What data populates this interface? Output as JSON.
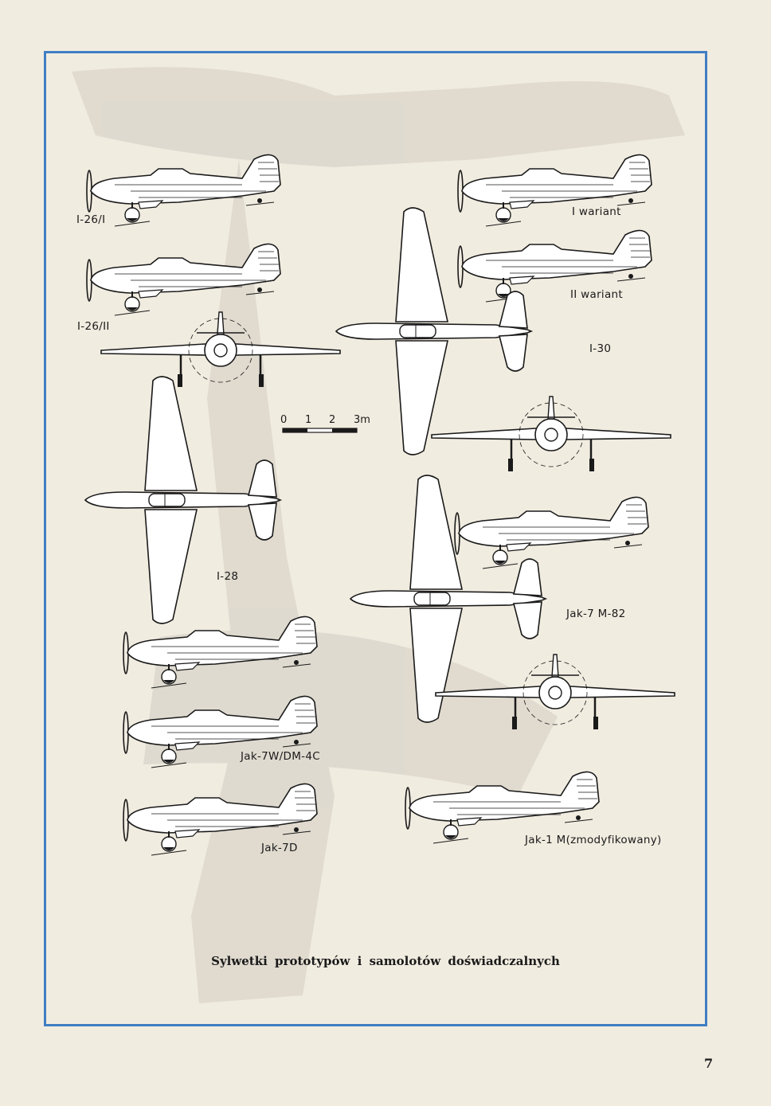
{
  "colors": {
    "paper": "#f1ece0",
    "frame": "#3f7fc4",
    "ink": "#1a1a1a",
    "ghost": "#d7d2c8"
  },
  "labels": {
    "i26_1": "I-26/I",
    "i26_2": "I-26/II",
    "variant_1": "I wariant",
    "variant_2": "II wariant",
    "i30": "I-30",
    "i28": "I-28",
    "jak7_m82": "Jak-7 M-82",
    "jak7w_dm4c": "Jak-7W/DM-4C",
    "jak7d": "Jak-7D",
    "jak1m": "Jak-1 M(zmodyfikowany)"
  },
  "scale": {
    "marks": [
      "0",
      "1",
      "2",
      "3m"
    ]
  },
  "caption": "Sylwetki prototypów i samolotów doświadczalnych",
  "page_number": "7"
}
